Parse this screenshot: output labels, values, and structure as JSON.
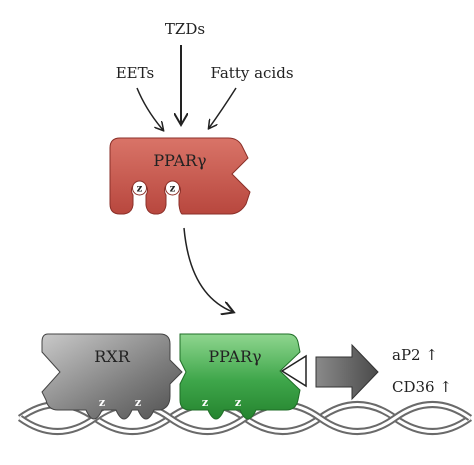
{
  "inputs": {
    "tzds": "TZDs",
    "eets": "EETs",
    "fatty_acids": "Fatty acids"
  },
  "ppar_top": {
    "label": "PPARγ",
    "zinc_labels": [
      "z",
      "z"
    ],
    "color": "#c8584f"
  },
  "complex": {
    "rxr_label": "RXR",
    "ppar_label": "PPARγ",
    "rxr_zinc_labels": [
      "z",
      "z"
    ],
    "ppar_zinc_labels": [
      "z",
      "z"
    ],
    "rxr_color": "#777777",
    "ppar_color": "#3aa144"
  },
  "outputs": {
    "ap2": "aP2 ↑",
    "cd36": "CD36 ↑"
  }
}
